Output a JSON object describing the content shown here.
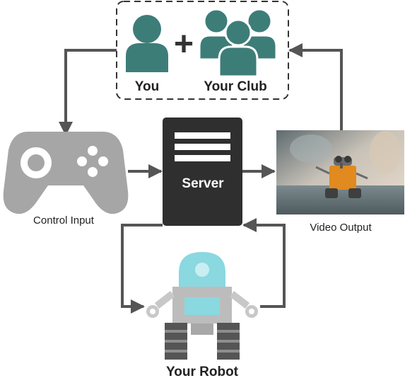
{
  "participants": {
    "you_label": "You",
    "club_label": "Your Club",
    "plus_symbol": "+"
  },
  "nodes": {
    "controller_label": "Control Input",
    "server_label": "Server",
    "video_label": "Video Output",
    "robot_label": "Your Robot"
  },
  "colors": {
    "person_teal": "#3d7d78",
    "controller_gray": "#a6a6a6",
    "server_dark": "#2f2f2f",
    "arrow_gray": "#555555",
    "robot_cyan": "#8ad8e0",
    "robot_gray": "#bcbcbc"
  },
  "icons": {
    "you": "person-icon",
    "club": "group-icon",
    "controller": "gamepad-icon",
    "server": "server-icon",
    "video": "robot-photo",
    "robot": "robot-icon"
  }
}
